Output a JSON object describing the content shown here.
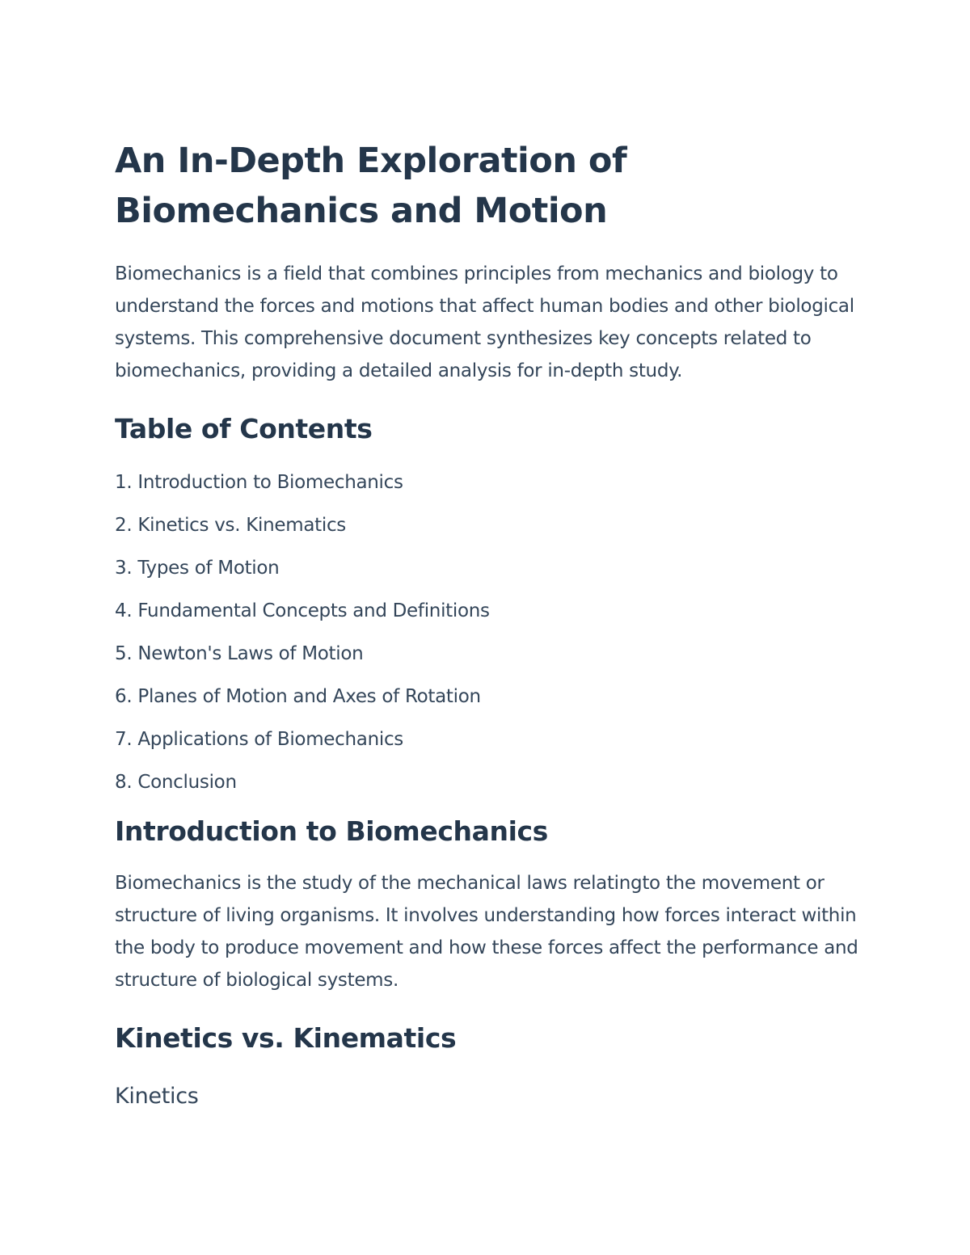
{
  "document": {
    "title": "An In-Depth Exploration of Biomechanics and Motion",
    "intro": "Biomechanics is a field that combines principles from mechanics and biology to understand the forces and motions that affect human bodies and other biological systems. This comprehensive document synthesizes key concepts related to biomechanics, providing a detailed analysis for in-depth study.",
    "toc": {
      "heading": "Table of Contents",
      "items": [
        {
          "num": "1.",
          "label": "Introduction to Biomechanics"
        },
        {
          "num": "2.",
          "label": "Kinetics vs. Kinematics"
        },
        {
          "num": "3.",
          "label": "Types of Motion"
        },
        {
          "num": "4.",
          "label": "Fundamental Concepts and Definitions"
        },
        {
          "num": "5.",
          "label": "Newton's Laws of Motion"
        },
        {
          "num": "6.",
          "label": "Planes of Motion and Axes of Rotation"
        },
        {
          "num": "7.",
          "label": "Applications of Biomechanics"
        },
        {
          "num": "8.",
          "label": "Conclusion"
        }
      ]
    },
    "sections": {
      "introduction": {
        "heading": "Introduction to Biomechanics",
        "text": "Biomechanics is the study of the mechanical laws relatingto the movement or structure of living organisms. It involves understanding how forces interact within the body to produce movement and how these forces affect the performance and structure of biological systems."
      },
      "kinetics_kinematics": {
        "heading": "Kinetics vs. Kinematics",
        "subheading": "Kinetics"
      }
    }
  }
}
